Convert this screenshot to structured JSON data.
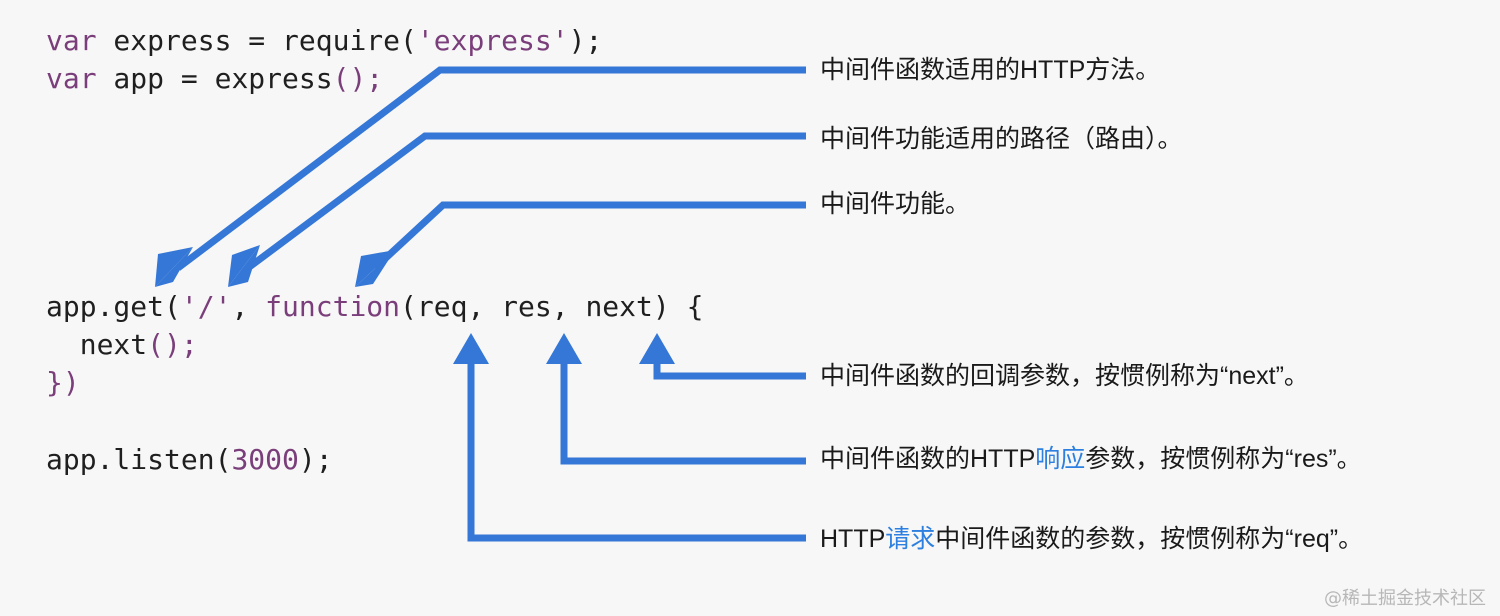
{
  "code": {
    "line1": {
      "kw": "var",
      "mid": " express = require(",
      "str": "'express'",
      "end": ");"
    },
    "line2": {
      "kw": "var",
      "mid": " app = express",
      "end": "();"
    },
    "line3": {
      "a": "app.get(",
      "str": "'/'",
      "b": ", ",
      "kw": "function",
      "c": "(req, res, next) {"
    },
    "line4": {
      "a": "  next",
      "b": "();"
    },
    "line5": {
      "a": "})"
    },
    "line6": {
      "a": "app.listen(",
      "num": "3000",
      "b": ");"
    }
  },
  "annotations": {
    "method": "中间件函数适用的HTTP方法。",
    "path": "中间件功能适用的路径（路由）。",
    "handler": "中间件功能。",
    "next": "中间件函数的回调参数，按惯例称为“next”。",
    "res_pre": "中间件函数的HTTP",
    "res_hl": "响应",
    "res_post": "参数，按惯例称为“res”。",
    "req_pre": "HTTP",
    "req_hl": "请求",
    "req_post": "中间件函数的参数，按惯例称为“req”。"
  },
  "colors": {
    "arrow": "#3477d6",
    "highlight": "#2d7fe0",
    "keyword": "#7a3e7a"
  },
  "watermark": "@稀土掘金技术社区"
}
